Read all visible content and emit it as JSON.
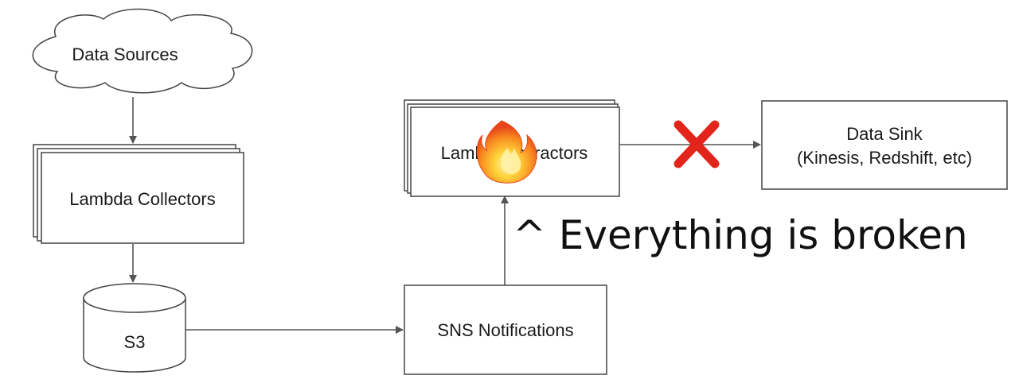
{
  "nodes": {
    "data_sources": "Data Sources",
    "lambda_collectors": "Lambda Collectors",
    "s3": "S3",
    "sns_notifications": "SNS Notifications",
    "lambda_extractors": "Lambda Extractors",
    "data_sink_line1": "Data Sink",
    "data_sink_line2": "(Kinesis, Redshift, etc)"
  },
  "annotation": "^ Everything is broken",
  "icons": {
    "fire": "fire-icon",
    "cross": "red-x-icon"
  },
  "colors": {
    "edge": "#555555",
    "border": "#444444",
    "fire_outer": "#f25a1d",
    "fire_inner": "#ffd23a",
    "cross": "#e3241b"
  }
}
